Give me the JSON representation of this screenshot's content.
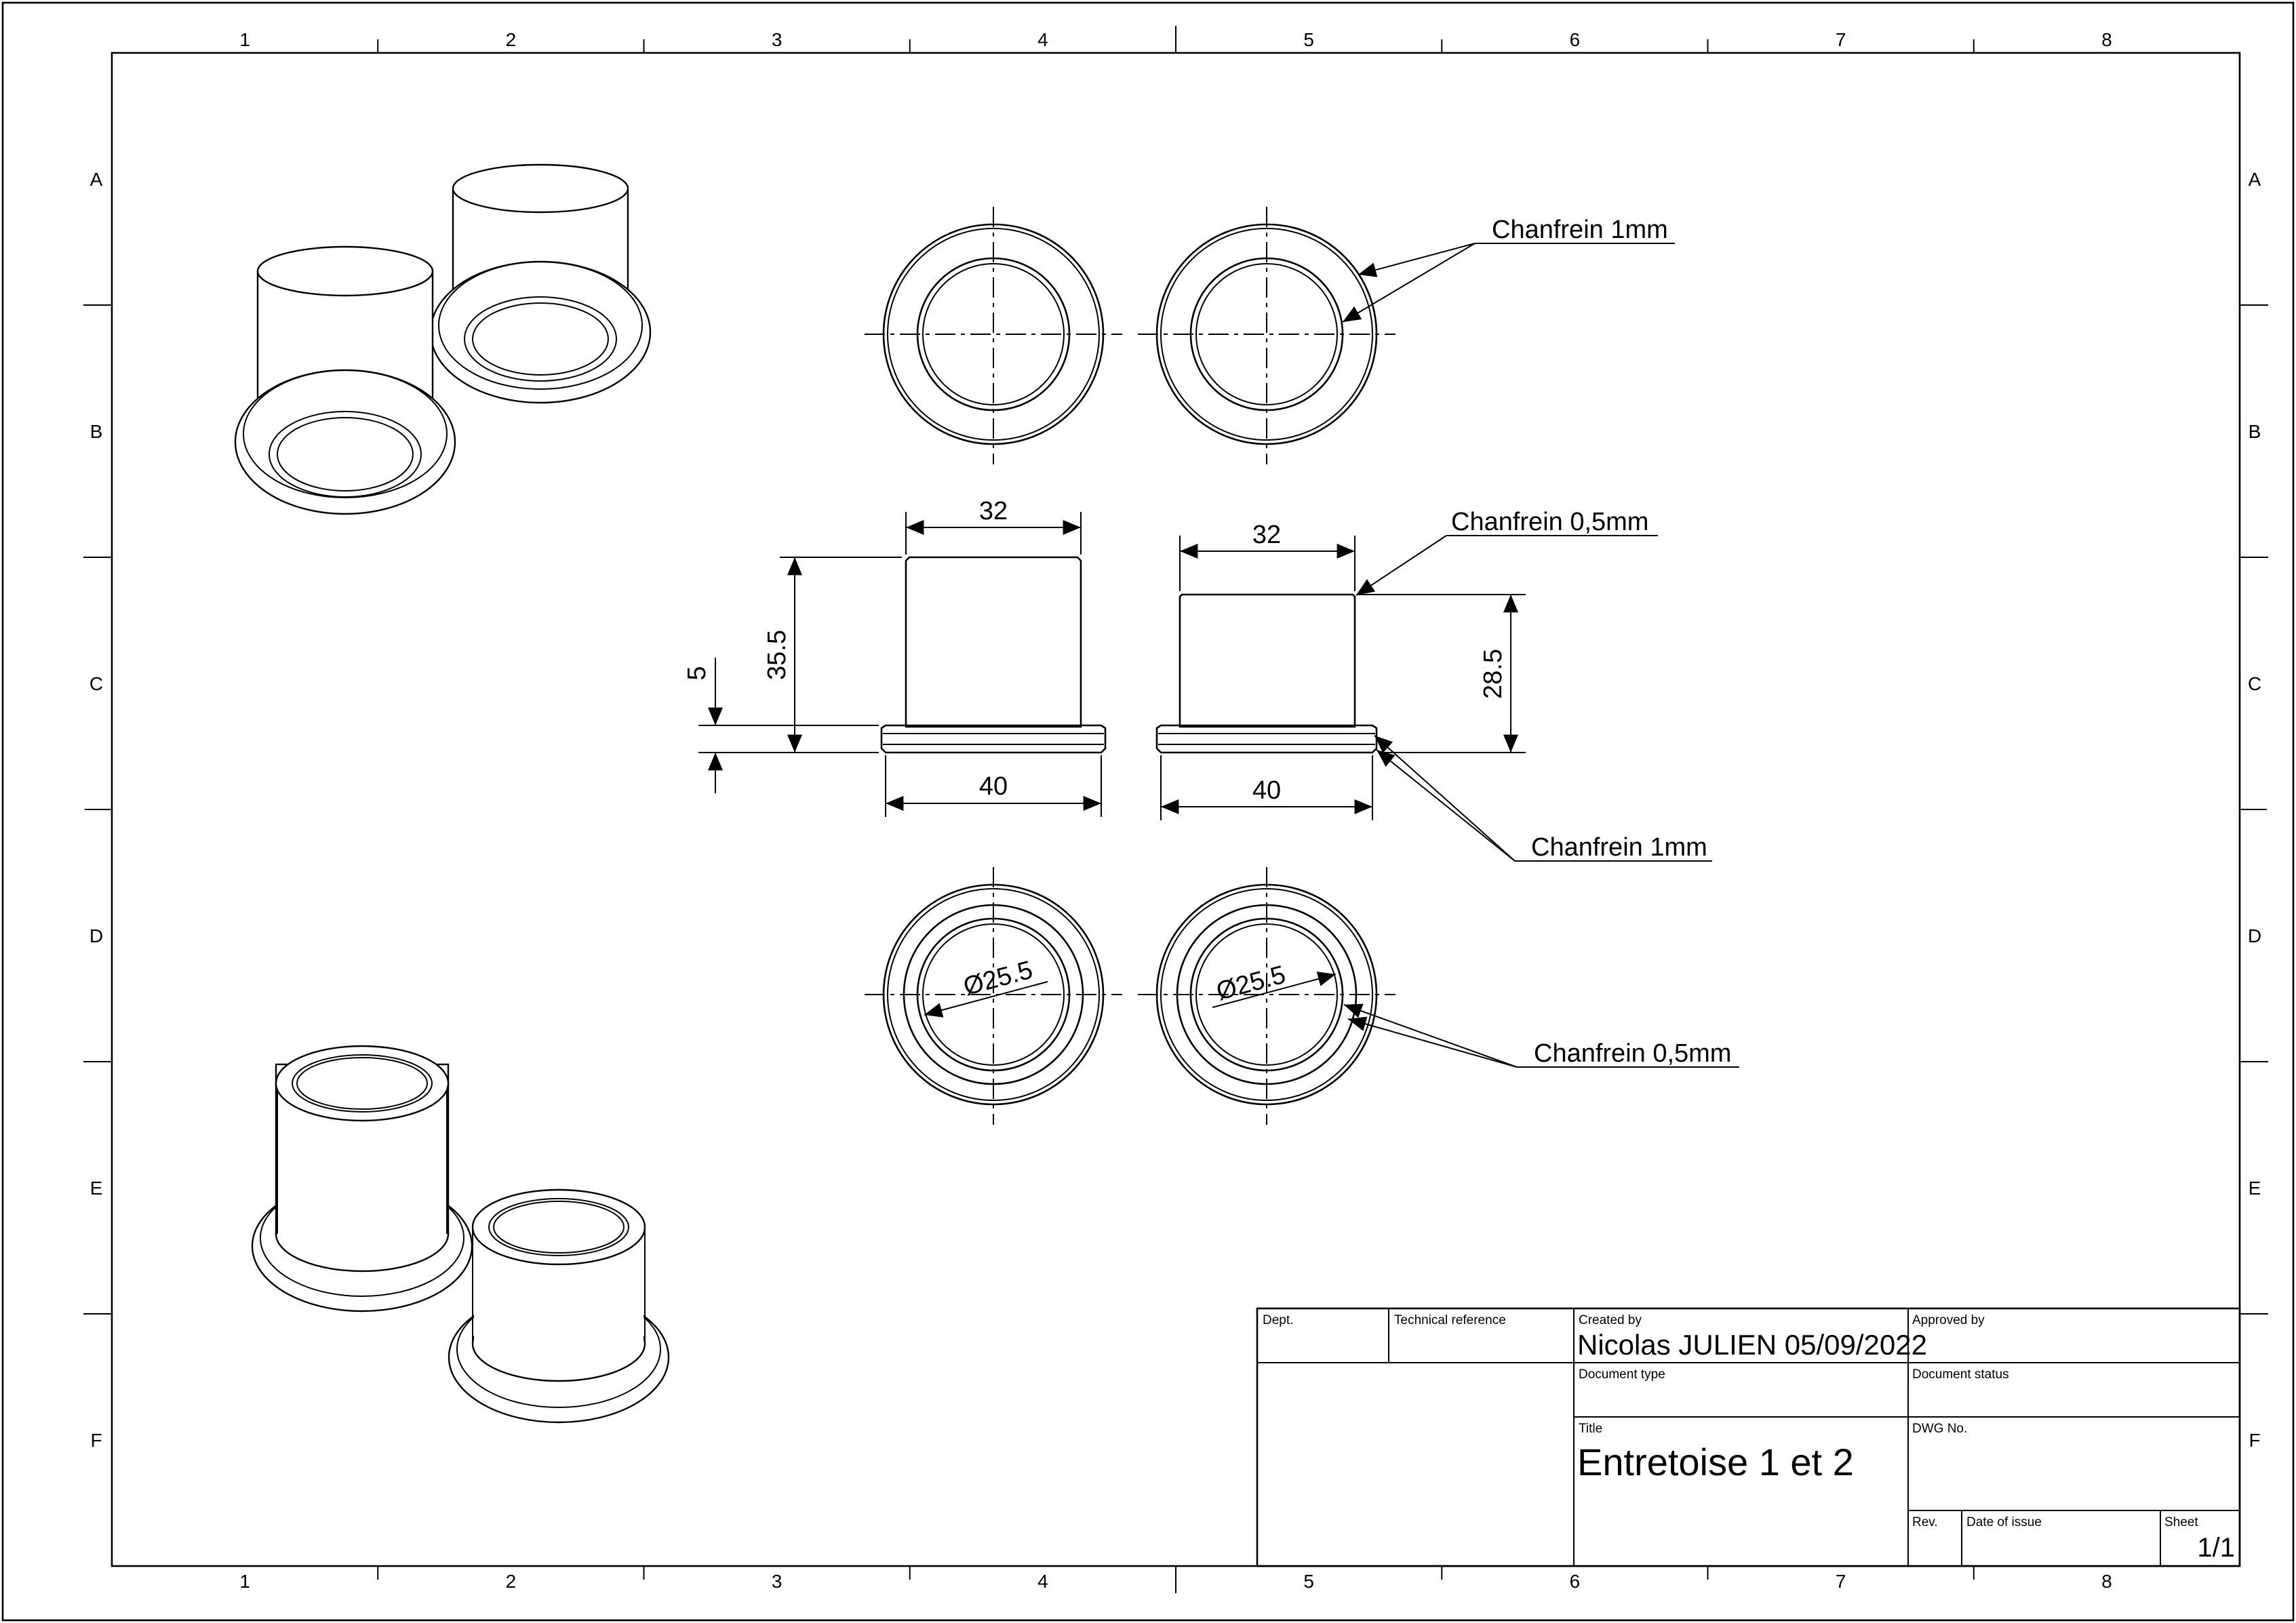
{
  "frame": {
    "columns": [
      "1",
      "2",
      "3",
      "4",
      "5",
      "6",
      "7",
      "8"
    ],
    "rows": [
      "A",
      "B",
      "C",
      "D",
      "E",
      "F"
    ]
  },
  "annotations": {
    "top_chamfer": "Chanfrein 1mm",
    "mid_chamfer_top": "Chanfrein 0,5mm",
    "mid_chamfer_bottom": "Chanfrein 1mm",
    "bottom_chamfer": "Chanfrein 0,5mm"
  },
  "dimensions": {
    "left_top_width": "32",
    "left_height": "35.5",
    "left_flange": "5",
    "left_bottom_width": "40",
    "right_top_width": "32",
    "right_height": "28.5",
    "right_bottom_width": "40",
    "left_bore": "Ø25.5",
    "right_bore": "Ø25.5"
  },
  "title_block": {
    "dept_label": "Dept.",
    "tech_ref_label": "Technical reference",
    "created_by_label": "Created by",
    "created_by_value": "Nicolas JULIEN 05/09/2022",
    "approved_by_label": "Approved by",
    "doc_type_label": "Document type",
    "doc_status_label": "Document status",
    "title_label": "Title",
    "title_value": "Entretoise 1 et 2",
    "dwg_no_label": "DWG No.",
    "rev_label": "Rev.",
    "date_issue_label": "Date of issue",
    "sheet_label": "Sheet",
    "sheet_value": "1/1"
  }
}
